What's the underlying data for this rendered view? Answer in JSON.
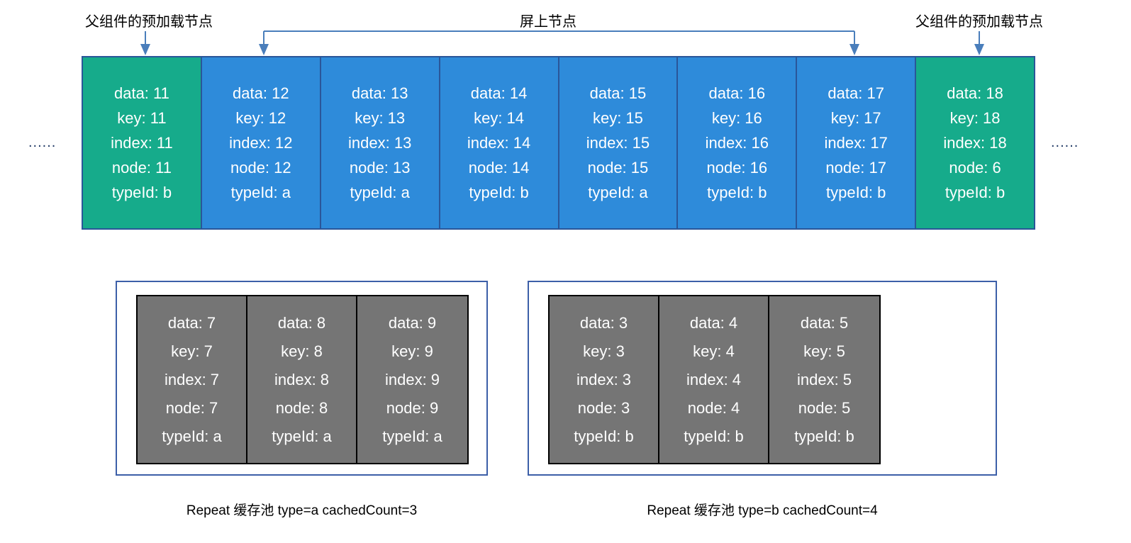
{
  "annotations": {
    "left_preload": "父组件的预加载节点",
    "onscreen": "屏上节点",
    "right_preload": "父组件的预加载节点"
  },
  "ellipsis": {
    "left": "......",
    "right": "......"
  },
  "colors": {
    "preload_cell": "#16ab8b",
    "onscreen_cell": "#2e8bda",
    "cell_border": "#2a5699",
    "pool_cell": "#757575",
    "pool_cell_border": "#000000",
    "pool_box_border": "#3c5fa8",
    "connector": "#4a7ebb",
    "text_on_cell": "#ffffff",
    "label_text": "#000000"
  },
  "field_labels": {
    "data": "data:",
    "key": "key:",
    "index": "index:",
    "node": "node:",
    "typeId": "typeId:"
  },
  "node_strip": {
    "cells": [
      {
        "kind": "preload",
        "data": "data: 11",
        "key": "key: 11",
        "index": "index: 11",
        "node": "node: 11",
        "typeId": "typeId: b"
      },
      {
        "kind": "onscreen",
        "data": "data: 12",
        "key": "key: 12",
        "index": "index: 12",
        "node": "node: 12",
        "typeId": "typeId: a"
      },
      {
        "kind": "onscreen",
        "data": "data: 13",
        "key": "key: 13",
        "index": "index: 13",
        "node": "node: 13",
        "typeId": "typeId: a"
      },
      {
        "kind": "onscreen",
        "data": "data: 14",
        "key": "key: 14",
        "index": "index: 14",
        "node": "node: 14",
        "typeId": "typeId: b"
      },
      {
        "kind": "onscreen",
        "data": "data: 15",
        "key": "key: 15",
        "index": "index: 15",
        "node": "node: 15",
        "typeId": "typeId: a"
      },
      {
        "kind": "onscreen",
        "data": "data: 16",
        "key": "key: 16",
        "index": "index: 16",
        "node": "node: 16",
        "typeId": "typeId: b"
      },
      {
        "kind": "onscreen",
        "data": "data: 17",
        "key": "key: 17",
        "index": "index: 17",
        "node": "node: 17",
        "typeId": "typeId: b"
      },
      {
        "kind": "preload",
        "data": "data: 18",
        "key": "key: 18",
        "index": "index: 18",
        "node": "node: 6",
        "typeId": "typeId: b"
      }
    ]
  },
  "pools": [
    {
      "id": "a",
      "caption": "Repeat 缓存池 type=a  cachedCount=3",
      "items": [
        {
          "data": "data: 7",
          "key": "key: 7",
          "index": "index: 7",
          "node": "node: 7",
          "typeId": "typeId: a"
        },
        {
          "data": "data: 8",
          "key": "key: 8",
          "index": "index: 8",
          "node": "node: 8",
          "typeId": "typeId: a"
        },
        {
          "data": "data: 9",
          "key": "key: 9",
          "index": "index: 9",
          "node": "node: 9",
          "typeId": "typeId: a"
        }
      ]
    },
    {
      "id": "b",
      "caption": "Repeat 缓存池 type=b  cachedCount=4",
      "items": [
        {
          "data": "data: 3",
          "key": "key: 3",
          "index": "index: 3",
          "node": "node: 3",
          "typeId": "typeId: b"
        },
        {
          "data": "data: 4",
          "key": "key: 4",
          "index": "index: 4",
          "node": "node: 4",
          "typeId": "typeId: b"
        },
        {
          "data": "data: 5",
          "key": "key: 5",
          "index": "index: 5",
          "node": "node: 5",
          "typeId": "typeId: b"
        }
      ]
    }
  ]
}
